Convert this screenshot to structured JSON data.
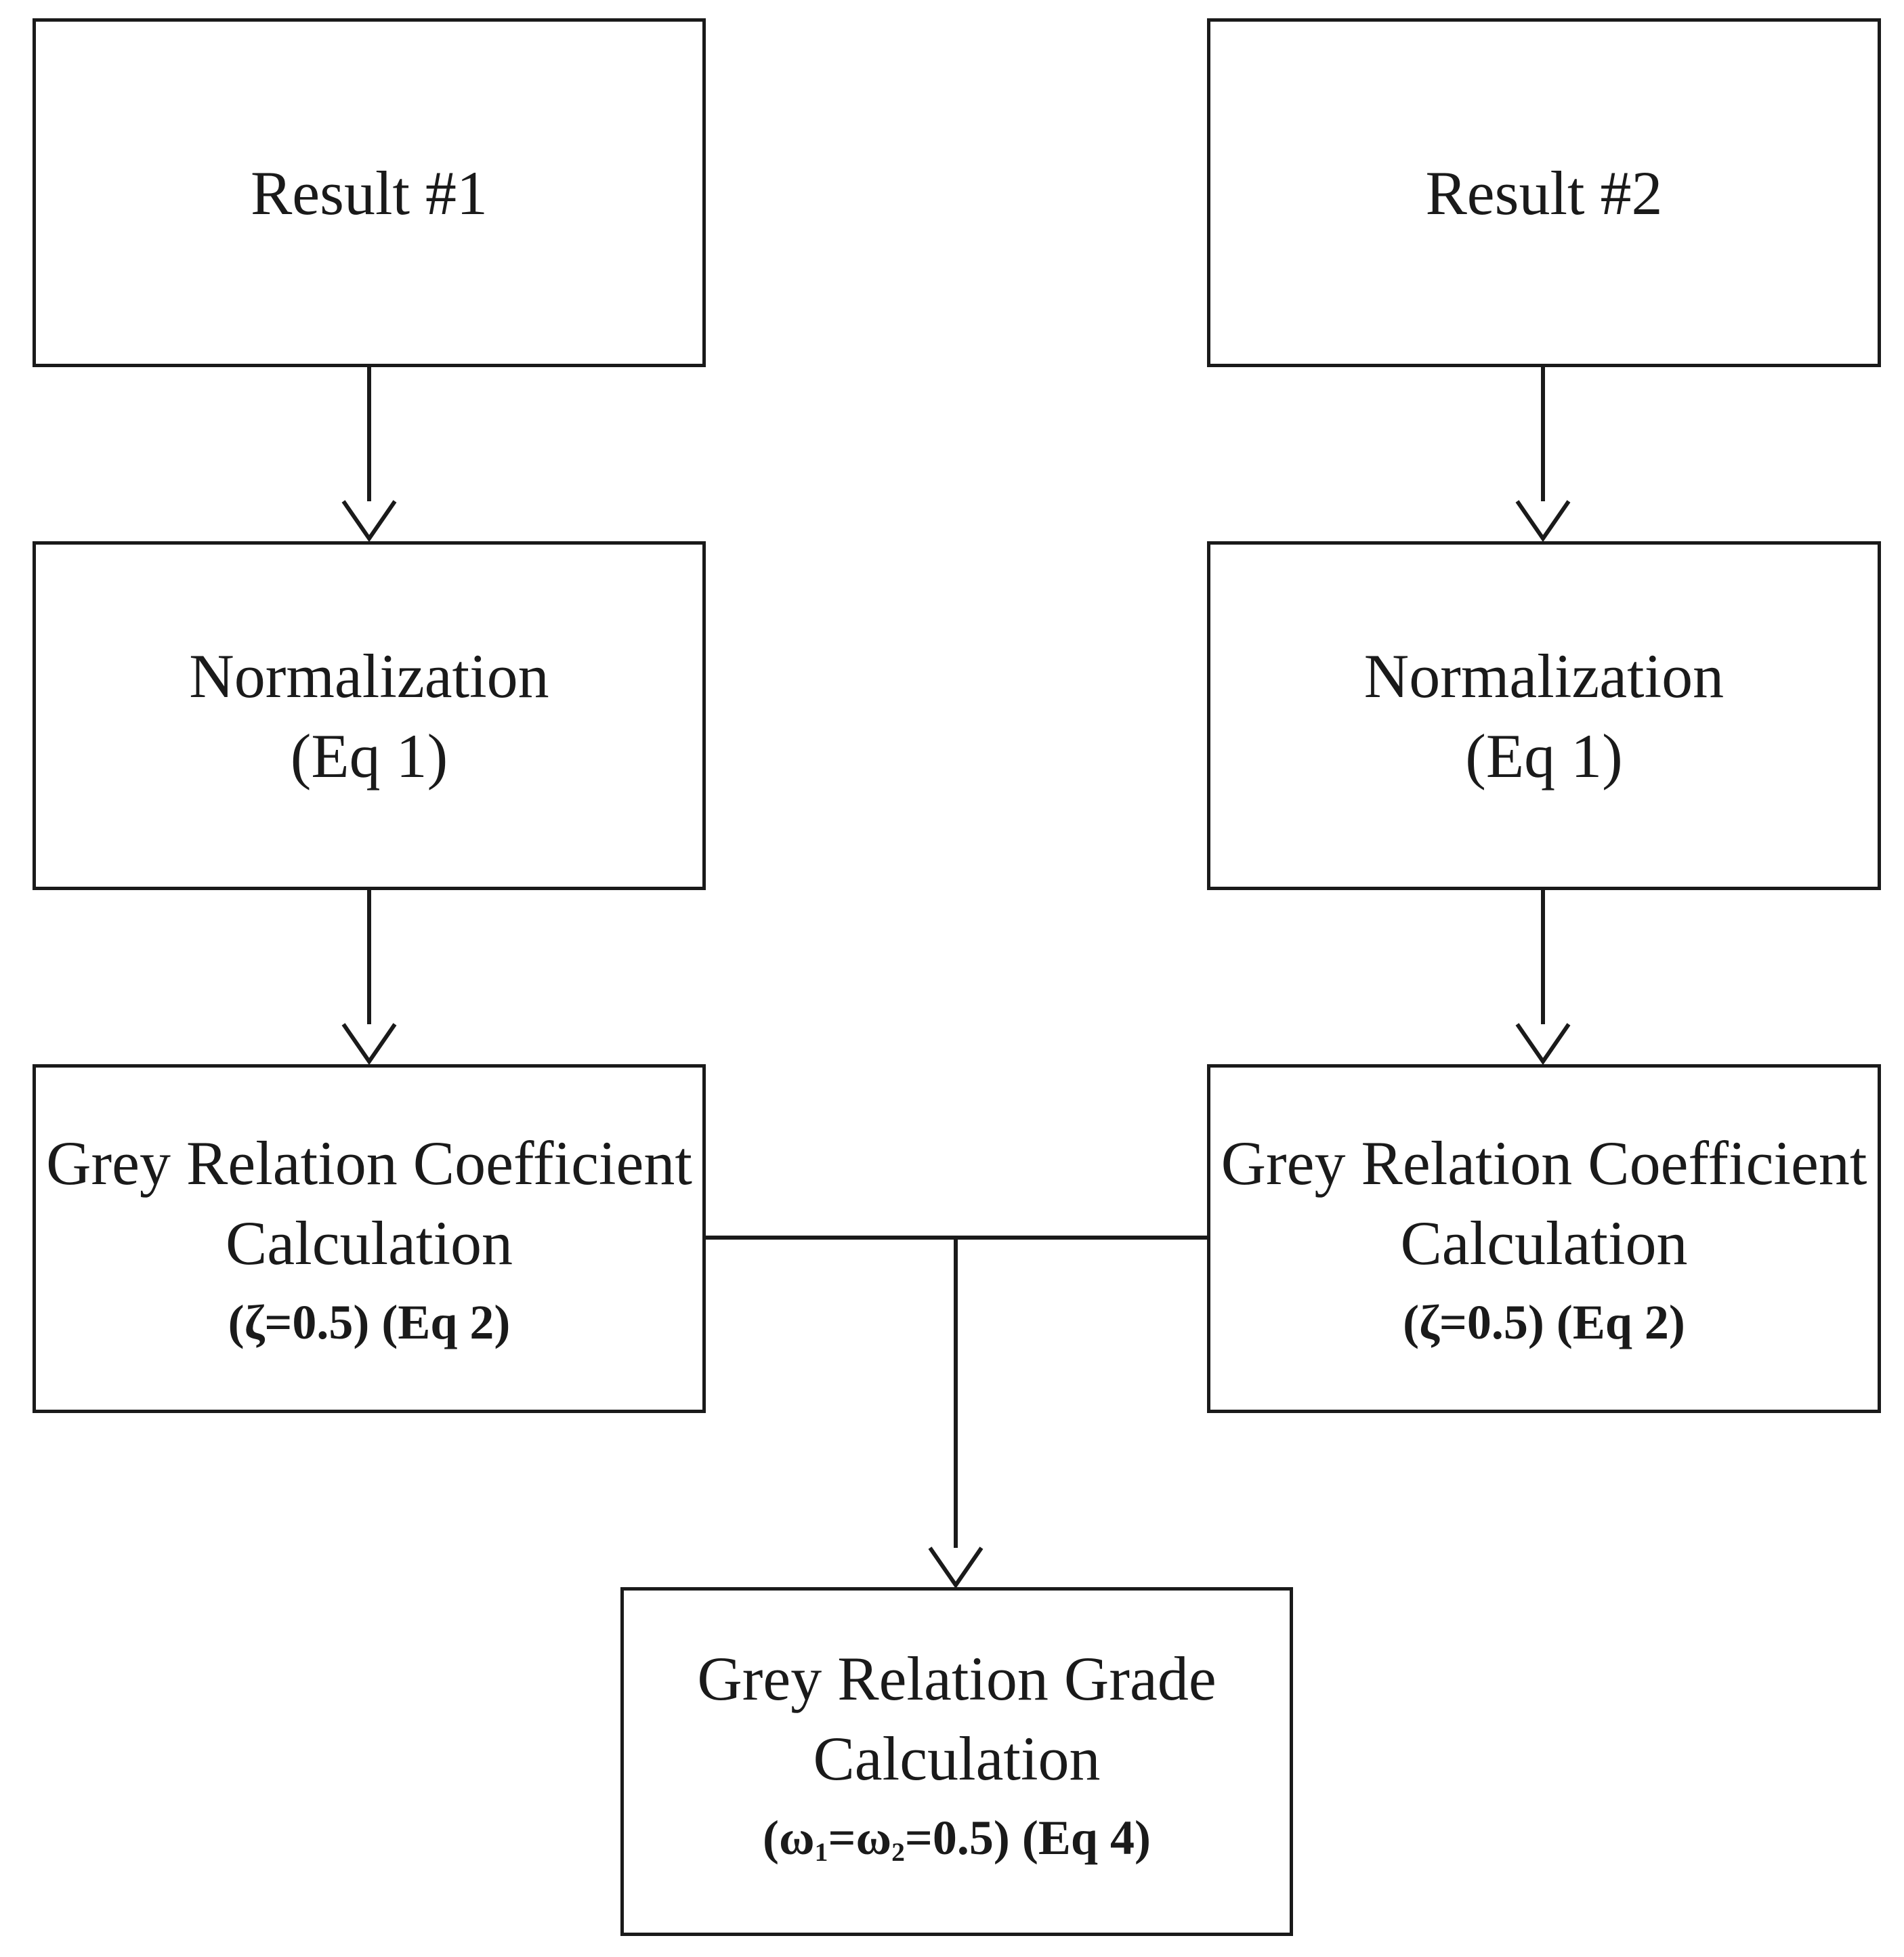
{
  "boxes": {
    "result1": {
      "title": "Result #1"
    },
    "result2": {
      "title": "Result #2"
    },
    "norm1": {
      "line1": "Normalization",
      "line2": "(Eq 1)"
    },
    "norm2": {
      "line1": "Normalization",
      "line2": "(Eq 1)"
    },
    "grc1": {
      "line1": "Grey Relation Coefficient",
      "line2": "Calculation",
      "param": "(ζ=0.5) (Eq 2)"
    },
    "grc2": {
      "line1": "Grey Relation Coefficient",
      "line2": "Calculation",
      "param": "(ζ=0.5) (Eq 2)"
    },
    "grg": {
      "line1": "Grey Relation Grade",
      "line2": "Calculation",
      "param_open": "(ω",
      "sub1": "1",
      "param_mid": "=ω",
      "sub2": "2",
      "param_close": "=0.5) (Eq 4)"
    }
  },
  "colors": {
    "stroke": "#1a1a1a",
    "background": "#ffffff"
  }
}
